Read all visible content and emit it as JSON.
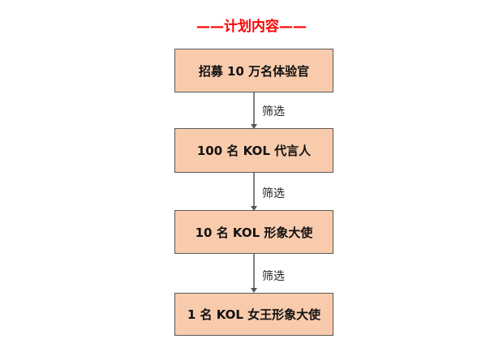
{
  "title": "——计划内容——",
  "steps": [
    "招募 10 万名体验官",
    "100 名 KOL 代言人",
    "10 名 KOL 形象大使",
    "1 名 KOL 女王形象大使"
  ],
  "arrow_label": "筛选",
  "colors": {
    "title": "#ff0000",
    "box_fill": "#f8cbad"
  }
}
